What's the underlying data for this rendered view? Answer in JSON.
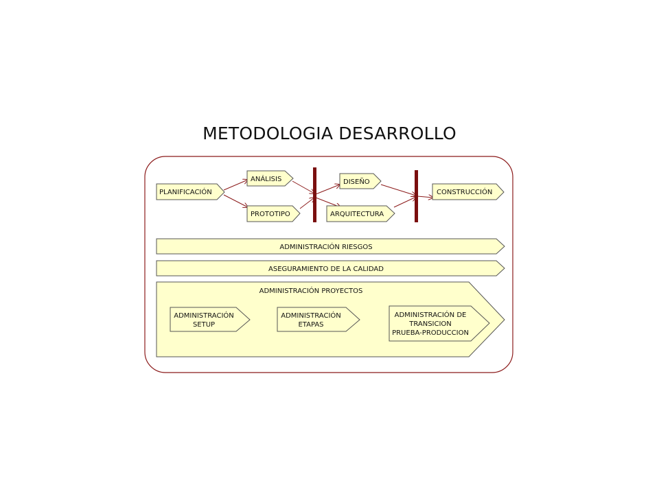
{
  "title": "METODOLOGIA DESARROLLO",
  "colors": {
    "shape_fill": "#ffffcc",
    "frame_stroke": "#8b1a1a",
    "bar_fill": "#7a0f0f",
    "arrow_stroke": "#8b1a1a",
    "shape_stroke": "#555555"
  },
  "flow": {
    "planificacion": "PLANIFICACIÓN",
    "analisis": "ANÁLISIS",
    "prototipo": "PROTOTIPO",
    "diseno": "DISEÑO",
    "arquitectura": "ARQUITECTURA",
    "construccion": "CONSTRUCCIÓN"
  },
  "bands": {
    "riesgos": "ADMINISTRACIÓN RIESGOS",
    "calidad": "ASEGURAMIENTO DE LA CALIDAD",
    "proyectos": "ADMINISTRACIÓN PROYECTOS"
  },
  "project_items": {
    "setup": [
      "ADMINISTRACIÓN",
      "SETUP"
    ],
    "etapas": [
      "ADMINISTRACIÓN",
      "ETAPAS"
    ],
    "transicion": [
      "ADMINISTRACIÓN DE",
      "TRANSICION",
      "PRUEBA-PRODUCCION"
    ]
  }
}
